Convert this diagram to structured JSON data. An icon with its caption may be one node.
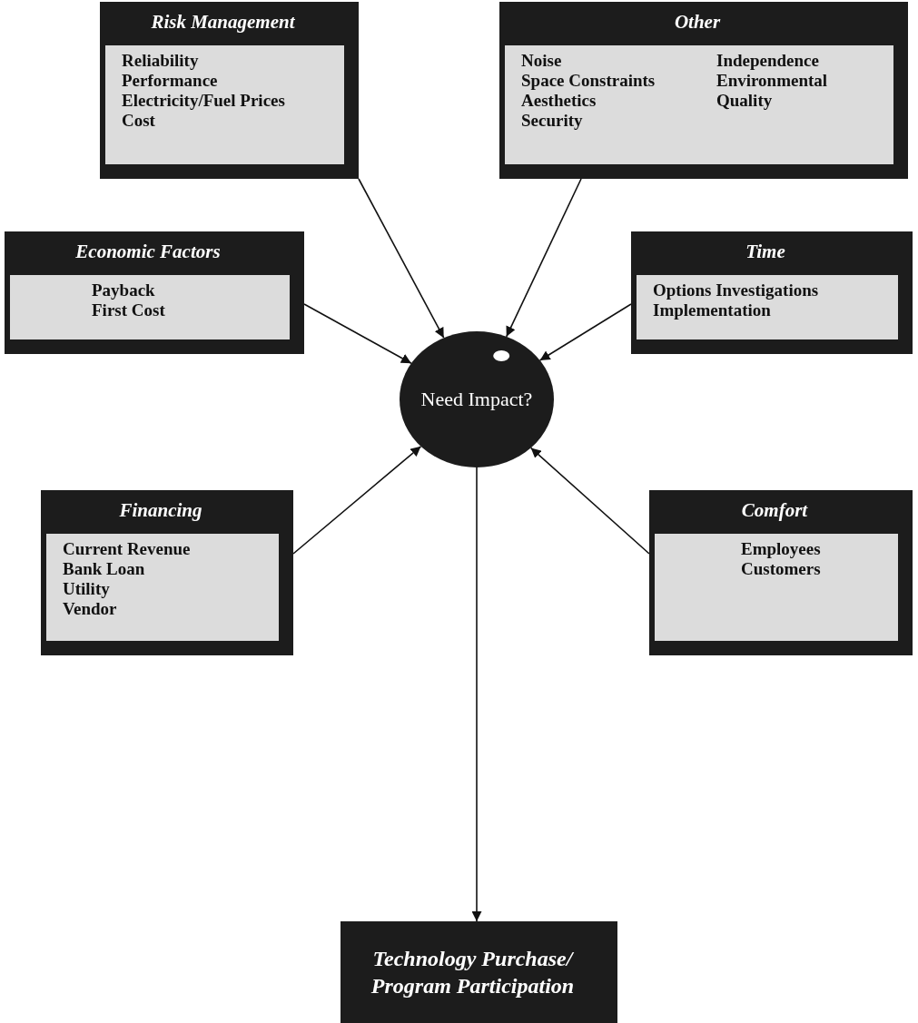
{
  "diagram": {
    "nodes": [
      {
        "text": [
          "Risk Management",
          "Reliability",
          "Performance",
          "Electricity/Fuel Prices",
          "Cost"
        ]
      },
      {
        "text": [
          "Other",
          "Noise",
          "Space Constraints",
          "Aesthetics",
          "Security",
          "Independence",
          "Environmental",
          "Quality"
        ]
      },
      {
        "text": [
          "Economic Factors",
          "Payback",
          "First Cost"
        ]
      },
      {
        "text": [
          "Time",
          "Options Investigations",
          "Implementation"
        ]
      },
      {
        "text": [
          "Need Impact?"
        ]
      },
      {
        "text": [
          "Financing",
          "Current Revenue",
          "Bank Loan",
          "Utility",
          "Vendor"
        ]
      },
      {
        "text": [
          "Comfort",
          "Employees",
          "Customers"
        ]
      },
      {
        "text": [
          "Technology Purchase/ Program Participation"
        ]
      }
    ],
    "edges": [
      {
        "from": 0,
        "to": 4,
        "arrow": "to"
      },
      {
        "from": 1,
        "to": 4,
        "arrow": "to"
      },
      {
        "from": 2,
        "to": 4,
        "arrow": "to"
      },
      {
        "from": 3,
        "to": 4,
        "arrow": "to"
      },
      {
        "from": 5,
        "to": 4,
        "arrow": "to"
      },
      {
        "from": 6,
        "to": 4,
        "arrow": "to"
      },
      {
        "from": 4,
        "to": 7,
        "arrow": "to"
      }
    ]
  }
}
